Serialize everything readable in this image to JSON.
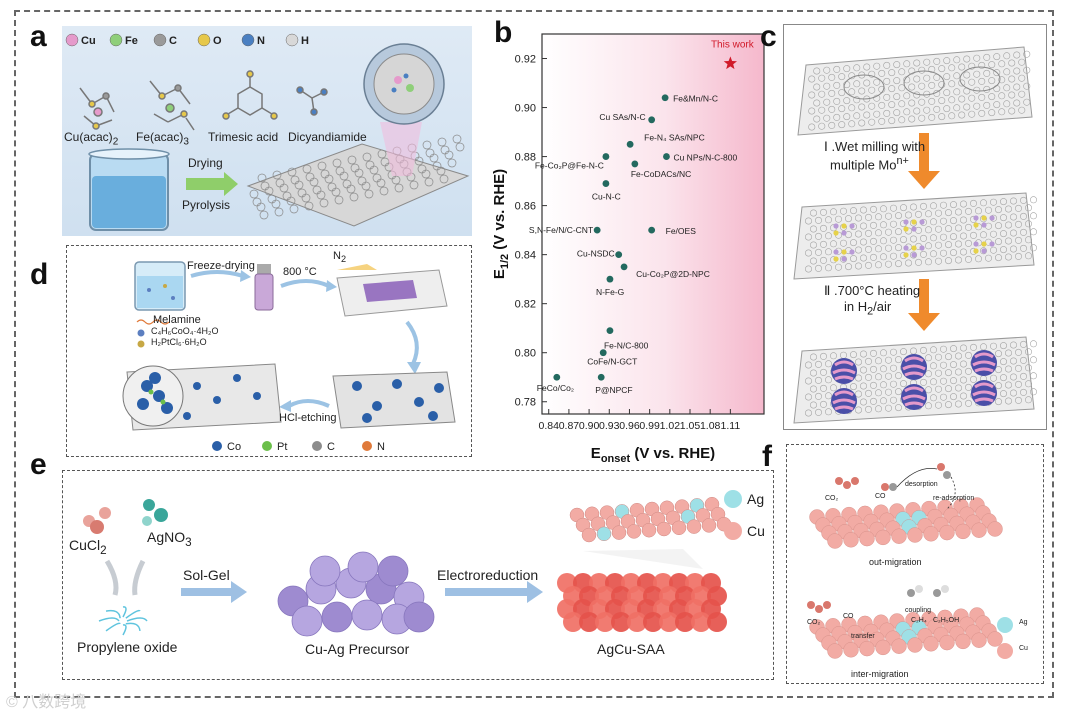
{
  "panel_labels": {
    "a": "a",
    "b": "b",
    "c": "c",
    "d": "d",
    "e": "e",
    "f": "f"
  },
  "panel_a": {
    "legend": [
      {
        "symbol": "Cu",
        "color": "#e59acb"
      },
      {
        "symbol": "Fe",
        "color": "#8fcf7a"
      },
      {
        "symbol": "C",
        "color": "#9a9a9a"
      },
      {
        "symbol": "O",
        "color": "#e6c84a"
      },
      {
        "symbol": "N",
        "color": "#4a7fc1"
      },
      {
        "symbol": "H",
        "color": "#d8d8d8"
      }
    ],
    "molecules": [
      "Trimesic acid",
      "Dicyandiamide"
    ],
    "cu_acac_base": "Cu(acac)",
    "cu_acac_sub": "2",
    "fe_acac_base": "Fe(acac)",
    "fe_acac_sub": "3",
    "arrow_top": "Drying",
    "arrow_bottom": "Pyrolysis"
  },
  "panel_b": {
    "chart_data": {
      "type": "scatter",
      "xlabel_base": "E",
      "xlabel_sub": "onset",
      "xlabel_rest": " (V vs. RHE)",
      "ylabel_base": "E",
      "ylabel_sub": "1/2",
      "ylabel_rest": " (V vs. RHE)",
      "xlim": [
        0.83,
        1.16
      ],
      "ylim": [
        0.775,
        0.93
      ],
      "xticks": [
        "0.84",
        "0.87",
        "0.90",
        "0.93",
        "0.96",
        "0.99",
        "1.02",
        "1.05",
        "1.08",
        "1.11"
      ],
      "yticks": [
        "0.78",
        "0.80",
        "0.82",
        "0.84",
        "0.86",
        "0.88",
        "0.90",
        "0.92"
      ],
      "highlight": {
        "label": "This work",
        "x": 1.11,
        "y": 0.918,
        "color": "#d11a2a"
      },
      "points": [
        {
          "label": "Fe&Mn/N-C",
          "x": 1.013,
          "y": 0.904
        },
        {
          "label": "Cu SAs/N-C",
          "x": 0.993,
          "y": 0.895
        },
        {
          "label": "Fe-N₄ SAs/NPC",
          "x": 0.961,
          "y": 0.885
        },
        {
          "label": "Fe-Co₂P@Fe-N-C",
          "x": 0.925,
          "y": 0.88
        },
        {
          "label": "Cu NPs/N-C-800",
          "x": 1.015,
          "y": 0.88
        },
        {
          "label": "Fe-CoDACs/NC",
          "x": 0.968,
          "y": 0.877
        },
        {
          "label": "Cu-N-C",
          "x": 0.925,
          "y": 0.869
        },
        {
          "label": "S,N-Fe/N/C-CNT",
          "x": 0.912,
          "y": 0.85
        },
        {
          "label": "Fe/OES",
          "x": 0.993,
          "y": 0.85
        },
        {
          "label": "Cu-NSDC",
          "x": 0.944,
          "y": 0.84
        },
        {
          "label": "Cu-Co₂P@2D-NPC",
          "x": 0.952,
          "y": 0.835
        },
        {
          "label": "N-Fe-G",
          "x": 0.931,
          "y": 0.83
        },
        {
          "label": "Fe-N/C-800",
          "x": 0.931,
          "y": 0.809
        },
        {
          "label": "CoFe/N-GCT",
          "x": 0.921,
          "y": 0.8
        },
        {
          "label": "FeCo/Co₂",
          "x": 0.852,
          "y": 0.79
        },
        {
          "label": "P@NPCF",
          "x": 0.918,
          "y": 0.79
        }
      ]
    }
  },
  "panel_c": {
    "step1_line1": "Ⅰ .Wet milling with",
    "step1_line2_base": "multiple Mo",
    "step1_line2_sup": "n+",
    "step2_line1": "Ⅱ .700°C heating",
    "step2_line2_base": "in H",
    "step2_line2_sub": "2",
    "step2_line2_rest": "/air"
  },
  "panel_d": {
    "freeze": "Freeze-drying",
    "temp": "800 °C",
    "n2_base": "N",
    "n2_sub": "2",
    "melamine": "Melamine",
    "reagent1": "C₄H₆CoO₄·4H₂O",
    "reagent2": "H₂PtCl₆·6H₂O",
    "etch": "HCl-etching",
    "legend": [
      {
        "symbol": "Co",
        "color": "#2a5fa8"
      },
      {
        "symbol": "Pt",
        "color": "#6bbf4a"
      },
      {
        "symbol": "C",
        "color": "#8c8c8c"
      },
      {
        "symbol": "N",
        "color": "#e07a3a"
      }
    ]
  },
  "panel_e": {
    "cucl2_base": "CuCl",
    "cucl2_sub": "2",
    "agno3_base": "AgNO",
    "agno3_sub": "3",
    "propylene": "Propylene oxide",
    "solgel": "Sol-Gel",
    "precursor": "Cu-Ag Precursor",
    "electro": "Electroreduction",
    "product": "AgCu-SAA",
    "legend_ag": "Ag",
    "legend_cu": "Cu"
  },
  "panel_f": {
    "desorption": "desorption",
    "readsorption": "re-adsorption",
    "co": "CO",
    "co2": "CO₂",
    "out": "out-migration",
    "coupling": "coupling",
    "c2h4": "C₂H₄",
    "c2h5oh": "C₂H₅OH",
    "transfer": "transfer",
    "inter": "inter-migration",
    "legend_ag": "Ag",
    "legend_cu": "Cu"
  },
  "watermark": "© 八数跨境"
}
